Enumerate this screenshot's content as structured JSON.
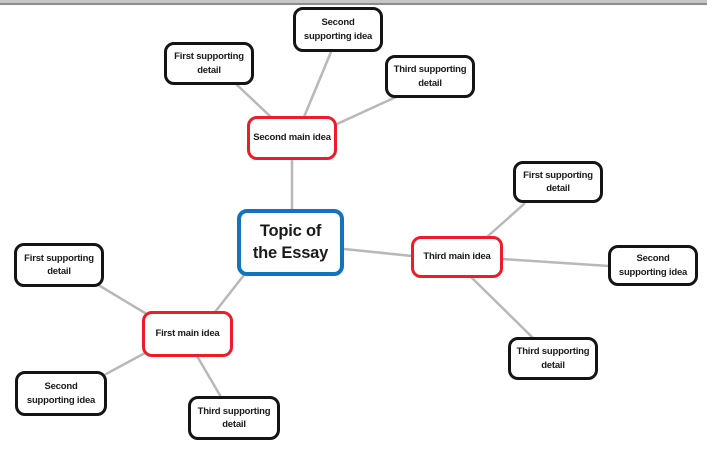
{
  "palette": {
    "topic_border": "#1274bc",
    "main_idea_border": "#ed1c2a",
    "detail_border": "#141414",
    "connector": "#b8b8b8",
    "text": "#1a1a1a",
    "background": "#ffffff",
    "top_edge_light": "#c6c6c6",
    "top_edge_dark": "#8d8d8d"
  },
  "diagram": {
    "topic": {
      "label": "Topic of\nthe Essay"
    },
    "branches": [
      {
        "main": {
          "label": "First main idea"
        },
        "details": [
          {
            "label": "First supporting\ndetail"
          },
          {
            "label": "Second\nsupporting idea"
          },
          {
            "label": "Third supporting\ndetail"
          }
        ]
      },
      {
        "main": {
          "label": "Second main idea"
        },
        "details": [
          {
            "label": "First supporting\ndetail"
          },
          {
            "label": "Second\nsupporting idea"
          },
          {
            "label": "Third supporting\ndetail"
          }
        ]
      },
      {
        "main": {
          "label": "Third main idea"
        },
        "details": [
          {
            "label": "First supporting\ndetail"
          },
          {
            "label": "Second\nsupporting idea"
          },
          {
            "label": "Third supporting\ndetail"
          }
        ]
      }
    ],
    "edges": [
      [
        "Topic of the Essay",
        "First main idea"
      ],
      [
        "Topic of the Essay",
        "Second main idea"
      ],
      [
        "Topic of the Essay",
        "Third main idea"
      ],
      [
        "First main idea",
        "First supporting detail"
      ],
      [
        "First main idea",
        "Second supporting idea"
      ],
      [
        "First main idea",
        "Third supporting detail"
      ],
      [
        "Second main idea",
        "First supporting detail"
      ],
      [
        "Second main idea",
        "Second supporting idea"
      ],
      [
        "Second main idea",
        "Third supporting detail"
      ],
      [
        "Third main idea",
        "First supporting detail"
      ],
      [
        "Third main idea",
        "Second supporting idea"
      ],
      [
        "Third main idea",
        "Third supporting detail"
      ]
    ]
  }
}
